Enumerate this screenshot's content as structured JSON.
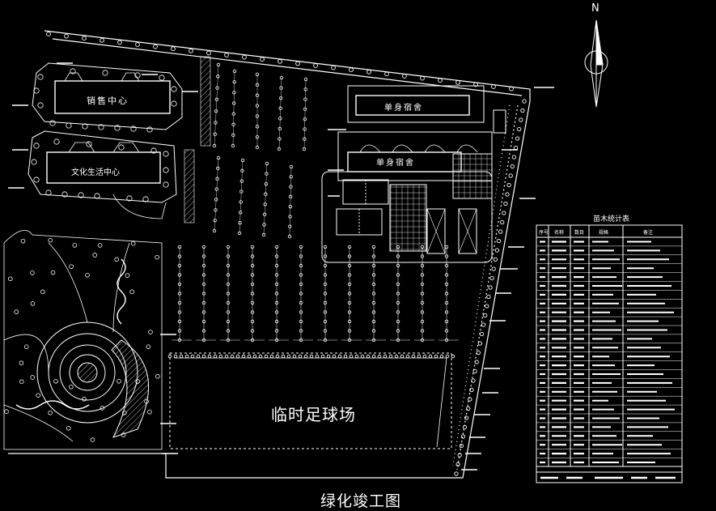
{
  "buildings": {
    "sales_center": "销售中心",
    "culture_center": "文化生活中心",
    "dorm_1": "单身宿舍",
    "dorm_2": "单身宿舍"
  },
  "field_label": "临时足球场",
  "north_label": "N",
  "caption": "绿化竣工图",
  "table": {
    "title": "苗木统计表",
    "headers": [
      "序号",
      "名称",
      "数目",
      "规格",
      "备注"
    ]
  },
  "colors": {
    "background": "#000000",
    "lines": "#ffffff"
  }
}
